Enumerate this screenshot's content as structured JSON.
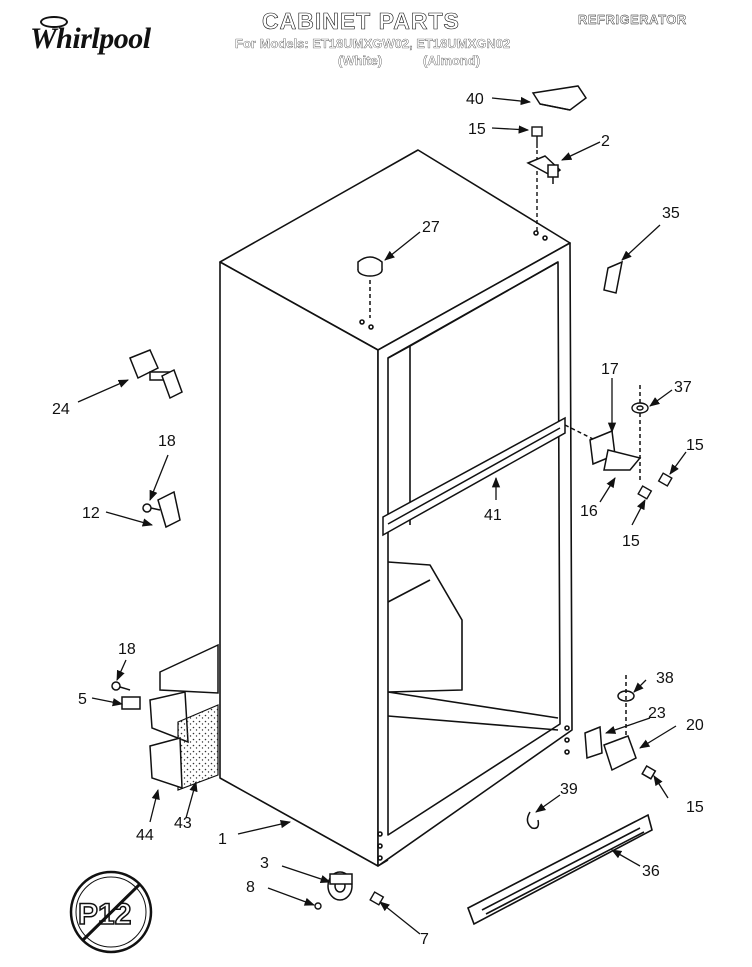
{
  "header": {
    "brand": "Whirlpool",
    "title": "CABINET PARTS",
    "category": "REFRIGERATOR",
    "models_line": "For Models: ET18UMXGW02, ET18UMXGN02",
    "variant_white": "(White)",
    "variant_almond": "(Almond)"
  },
  "stamp": "P12",
  "callouts": {
    "c1": "1",
    "c2": "2",
    "c3": "3",
    "c5": "5",
    "c7": "7",
    "c8": "8",
    "c12": "12",
    "c15a": "15",
    "c15b": "15",
    "c15c": "15",
    "c15d": "15",
    "c16": "16",
    "c17": "17",
    "c18a": "18",
    "c18b": "18",
    "c20": "20",
    "c23": "23",
    "c24": "24",
    "c27": "27",
    "c35": "35",
    "c36": "36",
    "c37": "37",
    "c38": "38",
    "c39": "39",
    "c40": "40",
    "c41": "41",
    "c43": "43",
    "c44": "44"
  }
}
